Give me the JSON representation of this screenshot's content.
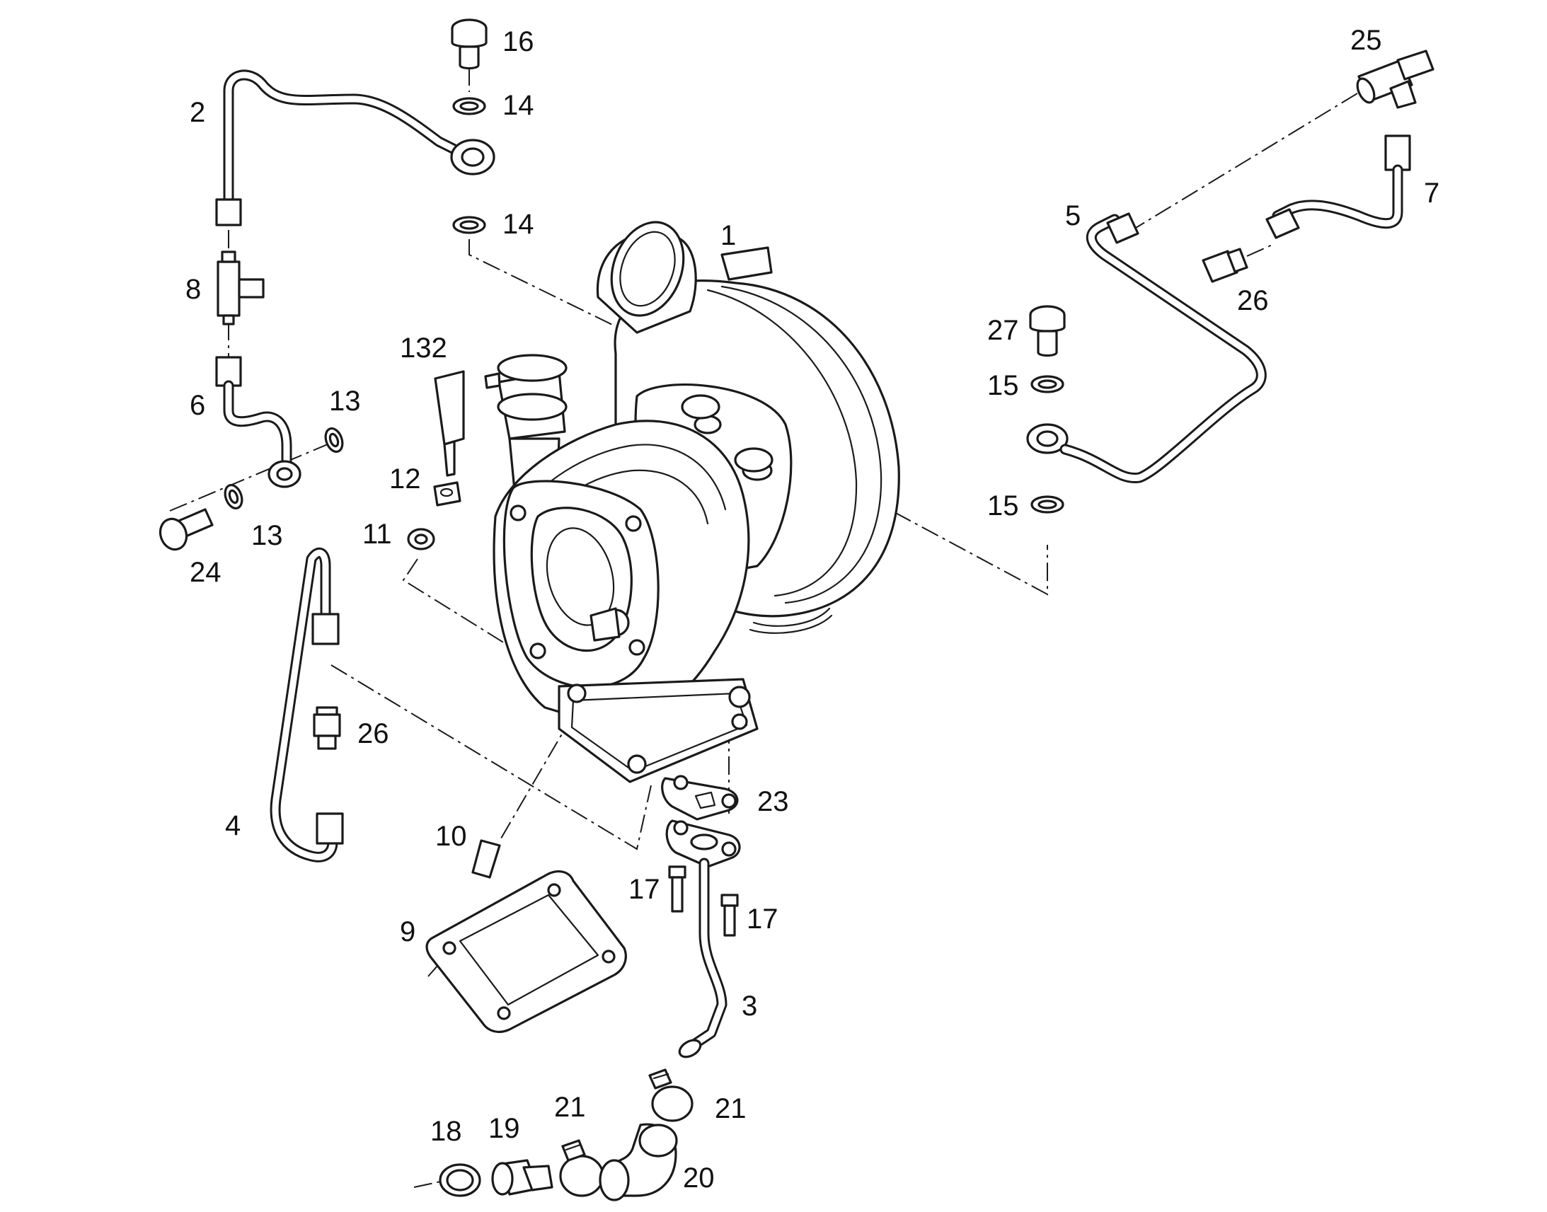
{
  "diagram": {
    "callouts": [
      {
        "id": "c1",
        "text": "1"
      },
      {
        "id": "c2",
        "text": "2"
      },
      {
        "id": "c3",
        "text": "3"
      },
      {
        "id": "c4",
        "text": "4"
      },
      {
        "id": "c5",
        "text": "5"
      },
      {
        "id": "c6",
        "text": "6"
      },
      {
        "id": "c7",
        "text": "7"
      },
      {
        "id": "c8",
        "text": "8"
      },
      {
        "id": "c9",
        "text": "9"
      },
      {
        "id": "c10",
        "text": "10"
      },
      {
        "id": "c11",
        "text": "11"
      },
      {
        "id": "c12",
        "text": "12"
      },
      {
        "id": "c13a",
        "text": "13"
      },
      {
        "id": "c13b",
        "text": "13"
      },
      {
        "id": "c14a",
        "text": "14"
      },
      {
        "id": "c14b",
        "text": "14"
      },
      {
        "id": "c15a",
        "text": "15"
      },
      {
        "id": "c15b",
        "text": "15"
      },
      {
        "id": "c16",
        "text": "16"
      },
      {
        "id": "c17a",
        "text": "17"
      },
      {
        "id": "c17b",
        "text": "17"
      },
      {
        "id": "c18",
        "text": "18"
      },
      {
        "id": "c19",
        "text": "19"
      },
      {
        "id": "c20",
        "text": "20"
      },
      {
        "id": "c21a",
        "text": "21"
      },
      {
        "id": "c21b",
        "text": "21"
      },
      {
        "id": "c23",
        "text": "23"
      },
      {
        "id": "c24",
        "text": "24"
      },
      {
        "id": "c25",
        "text": "25"
      },
      {
        "id": "c26a",
        "text": "26"
      },
      {
        "id": "c26b",
        "text": "26"
      },
      {
        "id": "c27",
        "text": "27"
      },
      {
        "id": "c132",
        "text": "132"
      }
    ]
  }
}
